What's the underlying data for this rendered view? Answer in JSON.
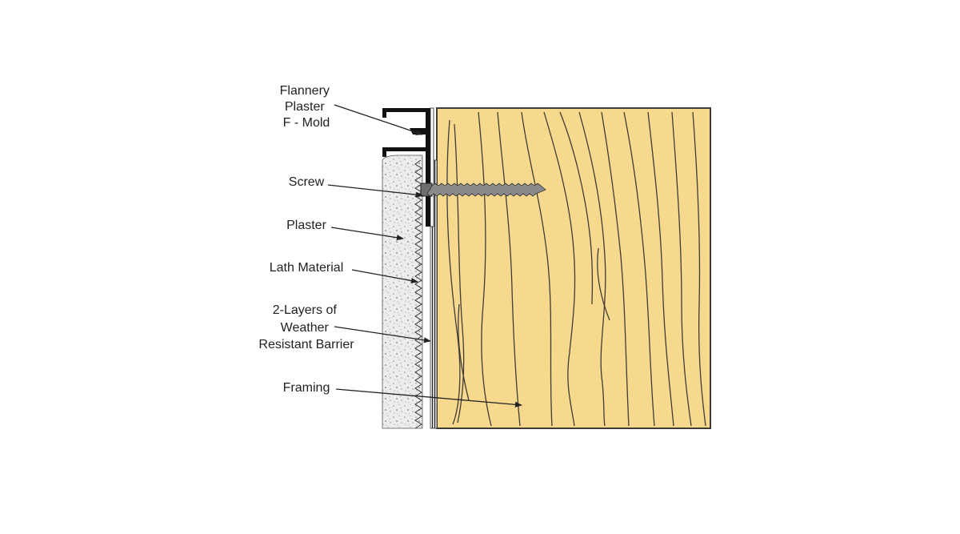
{
  "labels": {
    "fmold": [
      "Flannery",
      "Plaster",
      "F - Mold"
    ],
    "screw": [
      "Screw"
    ],
    "plaster": [
      "Plaster"
    ],
    "lath": [
      "Lath Material"
    ],
    "barrier": [
      "2-Layers of",
      "Weather",
      "Resistant Barrier"
    ],
    "framing": [
      "Framing"
    ]
  },
  "colors": {
    "wood": "#f7d98e",
    "wood_grain": "#3f3c38",
    "plaster": "#e8e8e8",
    "mold": "#111111",
    "screw": "#7a7a7a",
    "arrow": "#222222"
  }
}
